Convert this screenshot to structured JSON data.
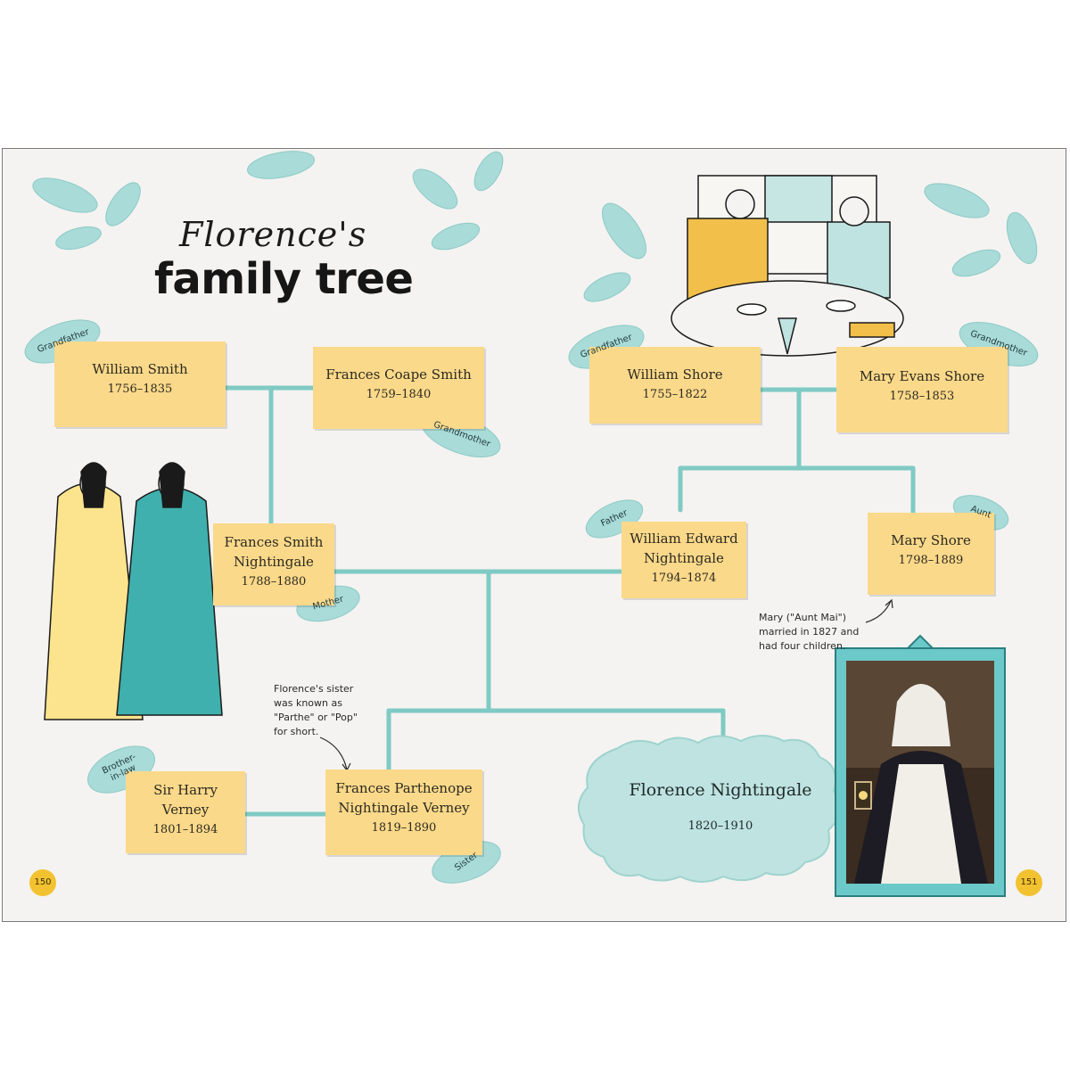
{
  "title": {
    "line1": "Florence's",
    "line2": "family tree"
  },
  "people": {
    "william_smith": {
      "name": "William Smith",
      "dates": "1756–1835"
    },
    "frances_coape_smith": {
      "name": "Frances Coape Smith",
      "dates": "1759–1840"
    },
    "william_shore": {
      "name": "William Shore",
      "dates": "1755–1822"
    },
    "mary_evans_shore": {
      "name": "Mary Evans Shore",
      "dates": "1758–1853"
    },
    "frances_smith_nightingale": {
      "name_line1": "Frances Smith",
      "name_line2": "Nightingale",
      "dates": "1788–1880"
    },
    "william_edward_nightingale": {
      "name_line1": "William Edward",
      "name_line2": "Nightingale",
      "dates": "1794–1874"
    },
    "mary_shore": {
      "name": "Mary Shore",
      "dates": "1798–1889"
    },
    "harry_verney": {
      "name_line1": "Sir Harry",
      "name_line2": "Verney",
      "dates": "1801–1894"
    },
    "parthenope": {
      "name_line1": "Frances Parthenope",
      "name_line2": "Nightingale Verney",
      "dates": "1819–1890"
    },
    "florence": {
      "name": "Florence Nightingale",
      "dates": "1820–1910"
    }
  },
  "roles": {
    "grandfather_smith": "Grandfather",
    "grandmother_smith": "Grandmother",
    "grandfather_shore": "Grandfather",
    "grandmother_shore": "Grandmother",
    "mother": "Mother",
    "father": "Father",
    "aunt": "Aunt",
    "brother_in_law_1": "Brother-",
    "brother_in_law_2": "in-law",
    "sister": "Sister"
  },
  "notes": {
    "sister_note": [
      "Florence's sister",
      "was known as",
      "\"Parthe\" or \"Pop\"",
      "for short."
    ],
    "aunt_note": [
      "Mary (\"Aunt Mai\")",
      "married in 1827 and",
      "had four children."
    ]
  },
  "page_numbers": {
    "left": "150",
    "right": "151"
  },
  "colors": {
    "box": "#fbd98a",
    "leaf": "#a9dbd8",
    "line": "#7fcac4",
    "cloud": "#bfe3e0"
  }
}
